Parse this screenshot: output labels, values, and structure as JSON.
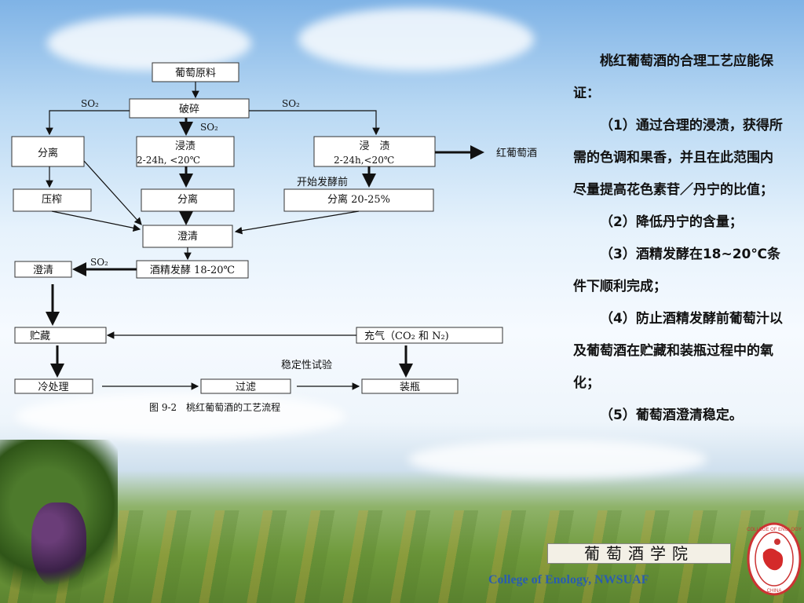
{
  "flowchart": {
    "nodes": {
      "raw": "葡萄原料",
      "crush": "破碎",
      "sep1": "分离",
      "steep1": "浸渍",
      "steep1_cond": "2-24h, <20℃",
      "steep2": "浸　渍",
      "steep2_cond": "2-24h,<20℃",
      "red_wine": "红葡萄酒",
      "press": "压榨",
      "sep2": "分离",
      "sep3": "分离  20-25%",
      "clarify1": "澄清",
      "clarify2": "澄清",
      "ferment": "酒精发酵 18-20℃",
      "storage": "贮藏",
      "gas": "充气（CO₂  和  N₂)",
      "cold": "冷处理",
      "filter": "过滤",
      "bottle": "装瓶"
    },
    "labels": {
      "so2_left": "SO₂",
      "so2_right": "SO₂",
      "so2_mid": "SO₂",
      "so2_ferment": "SO₂",
      "before_ferment": "开始发酵前",
      "stability": "稳定性试验"
    },
    "caption": "图 9-2　桃红葡萄酒的工艺流程"
  },
  "panel": {
    "p1": "桃红葡萄酒的合理工艺应能保证：",
    "p2": "（1）通过合理的浸渍，获得所需的色调和果香，并且在此范围内尽量提高花色素苷／丹宁的比值；",
    "p3": "（2）降低丹宁的含量；",
    "p4": "（3）酒精发酵在18~20℃条件下顺利完成；",
    "p5": "（4）防止酒精发酵前葡萄汁以及葡萄酒在贮藏和装瓶过程中的氧化；",
    "p6": "（5）葡萄酒澄清稳定。"
  },
  "branding": {
    "banner": "葡萄酒学院",
    "college": "College of Enology, NWSUAF",
    "seal_text": "COLLEGE OF ENOLOGY",
    "seal_sub": "CHINA"
  }
}
